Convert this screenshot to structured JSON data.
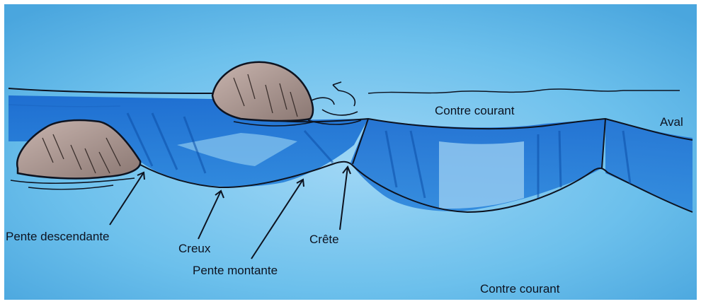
{
  "diagram": {
    "labels": {
      "pente_descendante": "Pente descendante",
      "creux": "Creux",
      "pente_montante": "Pente montante",
      "crete": "Crête",
      "contre_courant_haut": "Contre courant",
      "aval": "Aval",
      "contre_courant_bas": "Contre courant"
    },
    "colors": {
      "background_light": "#6fc0ec",
      "water_deep": "#1a6fd0",
      "water_mid": "#3a8fe0",
      "water_light": "#9fd2f3",
      "rock": "#a8938d",
      "rock_dark": "#6b5c58",
      "ink": "#0d1320",
      "border": "#ffffff"
    }
  }
}
